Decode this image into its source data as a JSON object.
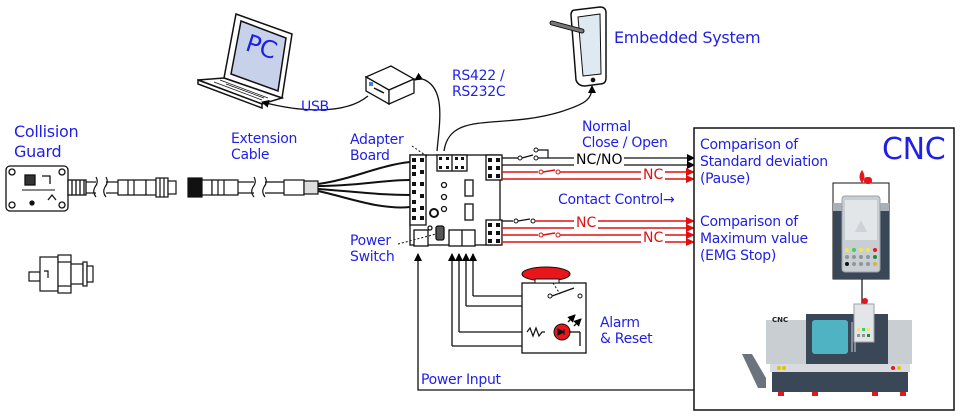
{
  "labels": {
    "collision_guard": "Collision\nGuard",
    "extension_cable": "Extension\nCable",
    "adapter_board": "Adapter\nBoard",
    "power_switch": "Power\nSwitch",
    "pc": "PC",
    "usb": "USB",
    "rs_link": "RS422 /\nRS232C",
    "embedded_system": "Embedded System",
    "normal_close_open": "Normal\nClose / Open",
    "contact_control": "Contact Control→",
    "alarm_reset": "Alarm\n& Reset",
    "power_input": "Power Input",
    "cnc_title": "CNC",
    "cnc_machine_text": "CNC",
    "pause_group": "Comparison of\nStandard deviation\n(Pause)",
    "stop_group": "Comparison of\nMaximum value\n(EMG Stop)"
  },
  "wires": {
    "nc_no": "NC/NO",
    "nc_1": "NC",
    "nc_2": "NC",
    "nc_3": "NC"
  },
  "colors": {
    "label_blue": "#1f1fe6",
    "signal_red": "#e01010",
    "wire_black": "#000000",
    "alarm_red": "#e8161b",
    "screen_teal": "#4fb3c4"
  }
}
